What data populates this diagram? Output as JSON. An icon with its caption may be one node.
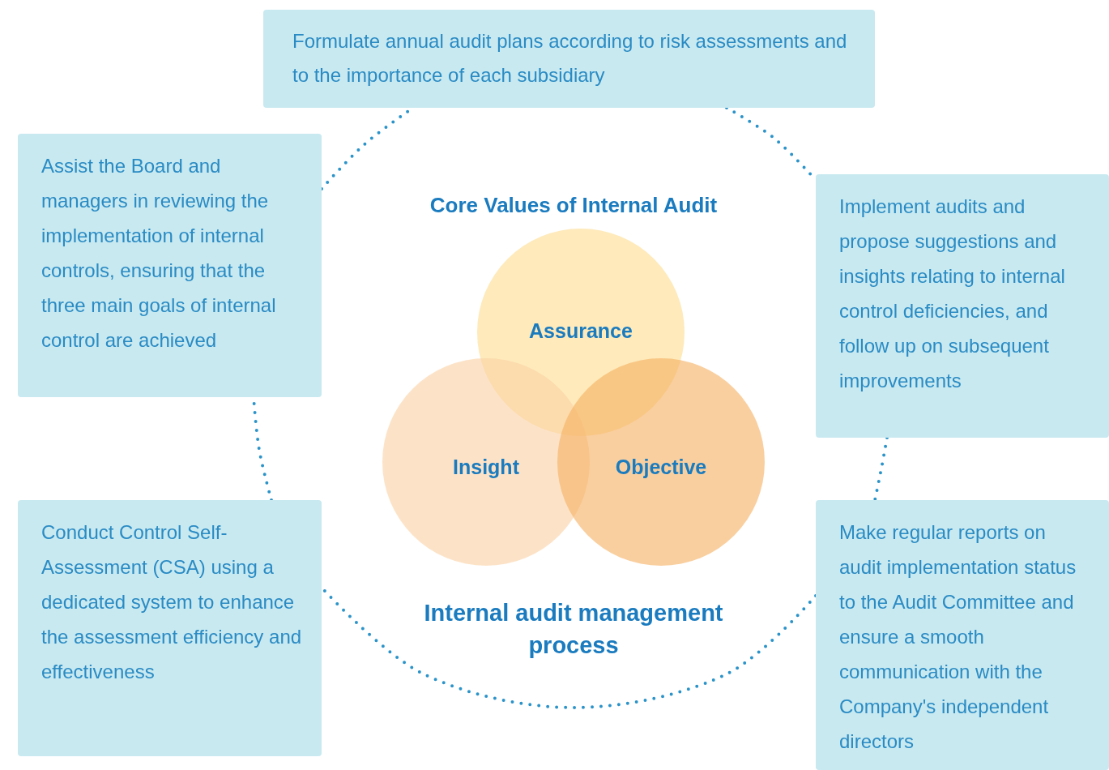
{
  "diagram": {
    "title": "Core Values of Internal Audit",
    "caption": "Internal audit management process",
    "nodes": [
      {
        "text": [
          "Formulate annual audit plans according to risk assessments and to the importance of each subsidiary"
        ]
      },
      {
        "text": [
          "Assist the Board and managers in reviewing the implementation of internal controls, ensuring that the three main goals of internal control are achieved"
        ]
      },
      {
        "text": [
          "Implement audits and propose suggestions and insights relating to internal control deficiencies, and follow up on subsequent improvements"
        ]
      },
      {
        "text": [
          "Make regular reports on audit implementation status to the Audit Committee and ensure a smooth communication with the Company's independent directors"
        ]
      },
      {
        "text": [
          "Conduct  Control Self-Assessment (CSA) using a dedicated system to enhance the assessment efficiency and effectiveness"
        ]
      },
      {
        "text": [
          "Assurance"
        ]
      },
      {
        "text": [
          "Insight"
        ]
      },
      {
        "text": [
          "Objective"
        ]
      }
    ],
    "edges": [
      {
        "from": 0,
        "to": 2,
        "arrow": "none",
        "style": "dashed"
      },
      {
        "from": 2,
        "to": 3,
        "arrow": "none",
        "style": "dashed"
      },
      {
        "from": 3,
        "to": 4,
        "arrow": "none",
        "style": "dashed"
      },
      {
        "from": 4,
        "to": 1,
        "arrow": "none",
        "style": "dashed"
      },
      {
        "from": 1,
        "to": 0,
        "arrow": "none",
        "style": "dashed"
      }
    ]
  }
}
